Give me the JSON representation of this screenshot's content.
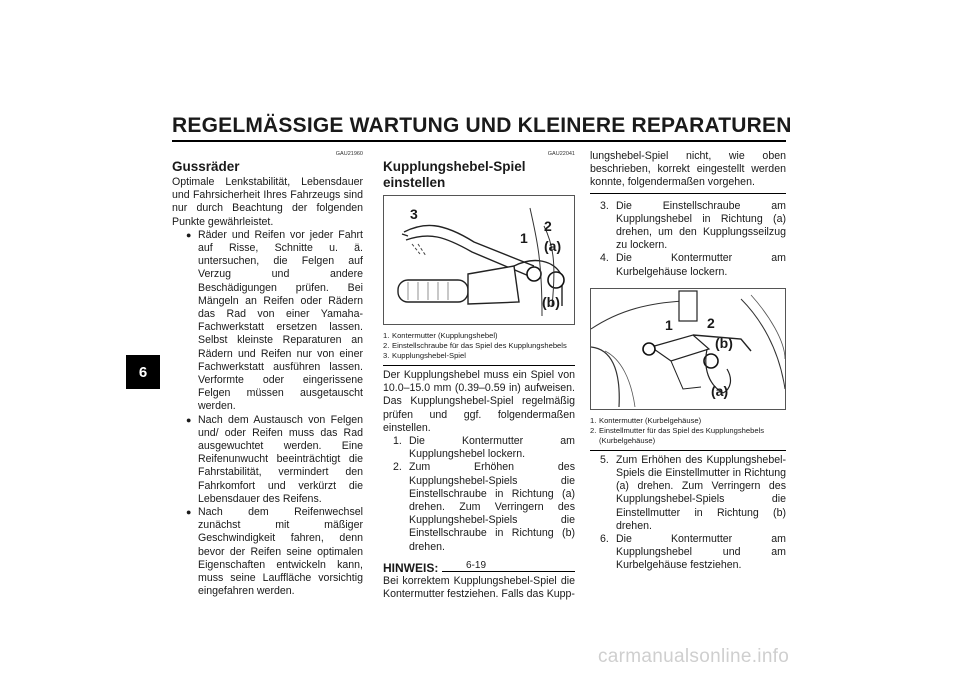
{
  "page": {
    "title": "REGELMÄSSIGE WARTUNG UND KLEINERE REPARATUREN",
    "chapter": "6",
    "number": "6-19",
    "watermark": "carmanualsonline.info"
  },
  "col1": {
    "code": "GAU21960",
    "heading": "Gussräder",
    "intro": "Optimale Lenkstabilität, Lebensdauer und Fahrsicherheit Ihres Fahrzeugs sind nur durch Beachtung der folgenden Punkte gewährleistet.",
    "bullets": [
      "Räder und Reifen vor jeder Fahrt auf Risse, Schnitte u. ä. untersuchen, die Felgen auf Verzug und andere Beschädigungen prüfen. Bei Mängeln an Reifen oder Rädern das Rad von einer Yamaha-Fachwerkstatt ersetzen lassen. Selbst kleinste Reparaturen an Rädern und Reifen nur von einer Fachwerkstatt ausführen lassen. Verformte oder eingerissene Felgen müssen ausgetauscht werden.",
      "Nach dem Austausch von Felgen und/ oder Reifen muss das Rad ausgewuchtet werden. Eine Reifenunwucht beeinträchtigt die Fahrstabilität, vermindert den Fahrkomfort und verkürzt die Lebensdauer des Reifens.",
      "Nach dem Reifenwechsel zunächst mit mäßiger Geschwindigkeit fahren, denn bevor der Reifen seine optimalen Eigenschaften entwickeln kann, muss seine Lauffläche vorsichtig eingefahren werden."
    ]
  },
  "col2": {
    "code": "GAU22041",
    "heading": "Kupplungshebel-Spiel einstellen",
    "figure_labels": [
      "3",
      "1",
      "2",
      "(a)",
      "(b)"
    ],
    "captions": [
      {
        "n": "1.",
        "t": "Kontermutter (Kupplungshebel)"
      },
      {
        "n": "2.",
        "t": "Einstellschraube für das Spiel des Kupplungshebels"
      },
      {
        "n": "3.",
        "t": "Kupplungshebel-Spiel"
      }
    ],
    "para": "Der Kupplungshebel muss ein Spiel von 10.0–15.0 mm (0.39–0.59 in) aufweisen. Das Kupplungshebel-Spiel regelmäßig prüfen und ggf. folgendermaßen einstellen.",
    "steps": [
      {
        "n": "1.",
        "t": "Die Kontermutter am Kupplungshebel lockern."
      },
      {
        "n": "2.",
        "t": "Zum Erhöhen des Kupplungshebel-Spiels die Einstellschraube in Richtung (a) drehen. Zum Verringern des Kupplungshebel-Spiels die Einstellschraube in Richtung (b) drehen."
      }
    ],
    "note_label": "HINWEIS:",
    "note": "Bei korrektem Kupplungshebel-Spiel die Kontermutter festziehen. Falls das Kupp-"
  },
  "col3": {
    "cont": "lungshebel-Spiel nicht, wie oben beschrieben, korrekt eingestellt werden konnte, folgendermaßen vorgehen.",
    "steps_a": [
      {
        "n": "3.",
        "t": "Die Einstellschraube am Kupplungshebel in Richtung (a) drehen, um den Kupplungsseilzug zu lockern."
      },
      {
        "n": "4.",
        "t": "Die Kontermutter am Kurbelgehäuse lockern."
      }
    ],
    "figure_labels": [
      "1",
      "2",
      "(b)",
      "(a)"
    ],
    "captions": [
      {
        "n": "1.",
        "t": "Kontermutter (Kurbelgehäuse)"
      },
      {
        "n": "2.",
        "t": "Einstellmutter für das Spiel des Kupplungshebels (Kurbelgehäuse)"
      }
    ],
    "steps_b": [
      {
        "n": "5.",
        "t": "Zum Erhöhen des Kupplungshebel-Spiels die Einstellmutter in Richtung (a) drehen. Zum Verringern des Kupplungshebel-Spiels die Einstellmutter in Richtung (b) drehen."
      },
      {
        "n": "6.",
        "t": "Die Kontermutter am Kupplungshebel und am Kurbelgehäuse festziehen."
      }
    ]
  }
}
